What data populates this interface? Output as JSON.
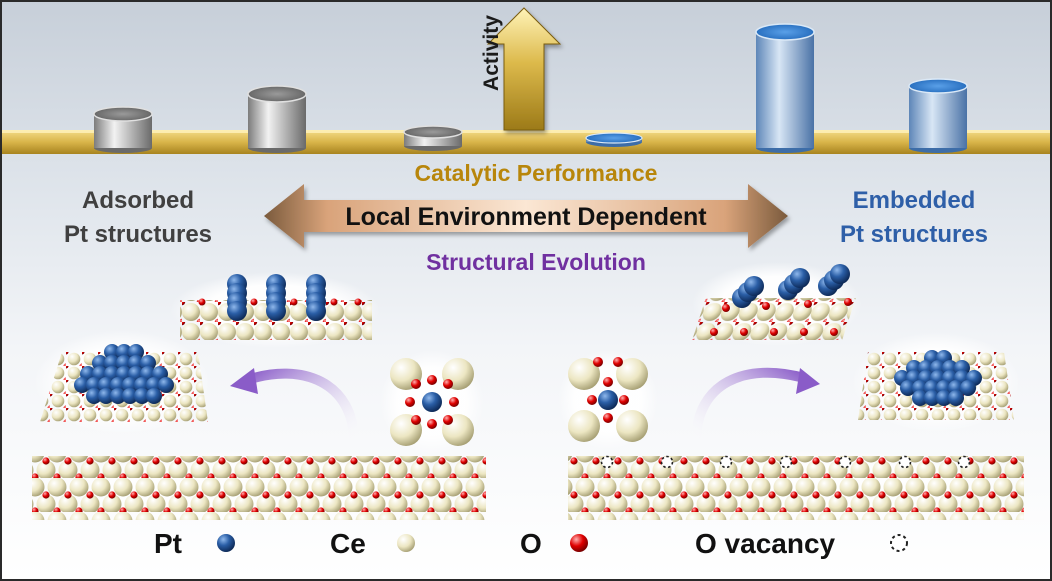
{
  "arrow_activity_label": "Activity",
  "heading_catalytic": "Catalytic Performance",
  "heading_local": "Local Environment Dependent",
  "heading_structural": "Structural Evolution",
  "left_label_line1": "Adsorbed",
  "left_label_line2": "Pt structures",
  "right_label_line1": "Embedded",
  "right_label_line2": "Pt structures",
  "legend": [
    {
      "label": "Pt",
      "symbol": "pt-atom"
    },
    {
      "label": "Ce",
      "symbol": "ce-atom"
    },
    {
      "label": "O",
      "symbol": "o-atom"
    },
    {
      "label": "O vacancy",
      "symbol": "o-vacancy"
    }
  ],
  "colors": {
    "catalytic": "#b8860b",
    "structural": "#7030a0",
    "embedded": "#2e5fa8",
    "adsorbed": "#404040",
    "pt": "#1f4e8c",
    "ce": "#ece6c2",
    "o": "#d00000",
    "shelf": "#d9b54a"
  }
}
